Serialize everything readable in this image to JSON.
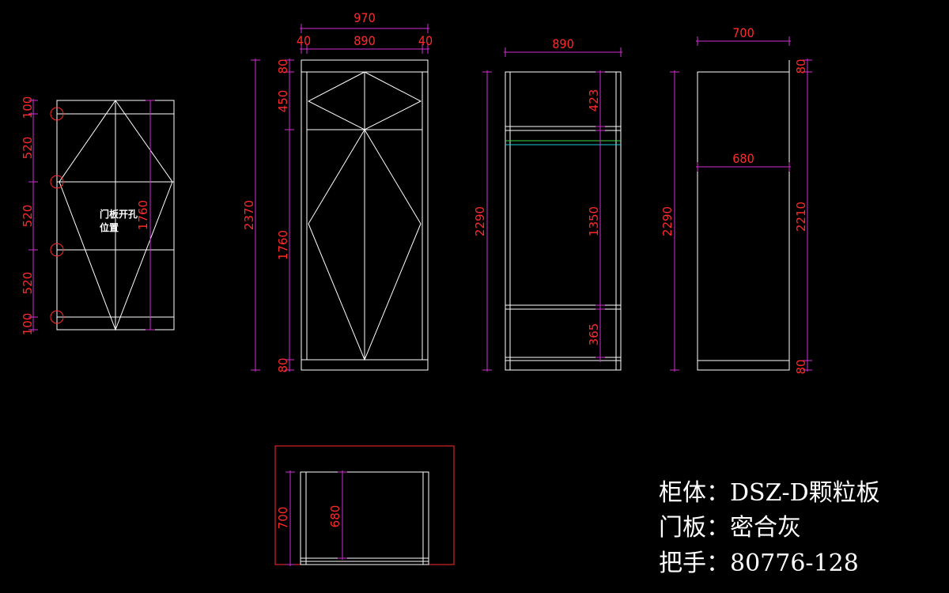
{
  "door_panel": {
    "dims": [
      "100",
      "520",
      "520",
      "520",
      "100"
    ],
    "height_dim": "1760",
    "hole_note_line1": "门板开孔",
    "hole_note_line2": "位置"
  },
  "front_view": {
    "total_width": "970",
    "left_margin": "40",
    "inner_width": "890",
    "right_margin": "40",
    "total_height": "2370",
    "top_dim": "80",
    "upper_dim": "450",
    "lower_dim": "1760",
    "bottom_dim": "80"
  },
  "interior_view": {
    "width": "890",
    "height": "2290",
    "top_compartment": "423",
    "middle_compartment": "1350",
    "bottom_compartment": "365"
  },
  "side_view": {
    "depth_outer": "700",
    "depth_inner": "680",
    "height": "2290",
    "top_dim": "80",
    "middle_dim": "2210",
    "bottom_dim": "80"
  },
  "plan_view": {
    "outer_depth": "700",
    "inner_depth": "680"
  },
  "legend": {
    "cabinet": "柜体：DSZ-D颗粒板",
    "door": "门板：密合灰",
    "handle": "把手：80776-128"
  },
  "colors": {
    "background": "#000000",
    "outline": "#ffffff",
    "dimension_line": "#d12fd1",
    "dimension_text": "#ff2a2a",
    "rail_green": "#3fd94a",
    "rail_cyan": "#21c8d8"
  }
}
